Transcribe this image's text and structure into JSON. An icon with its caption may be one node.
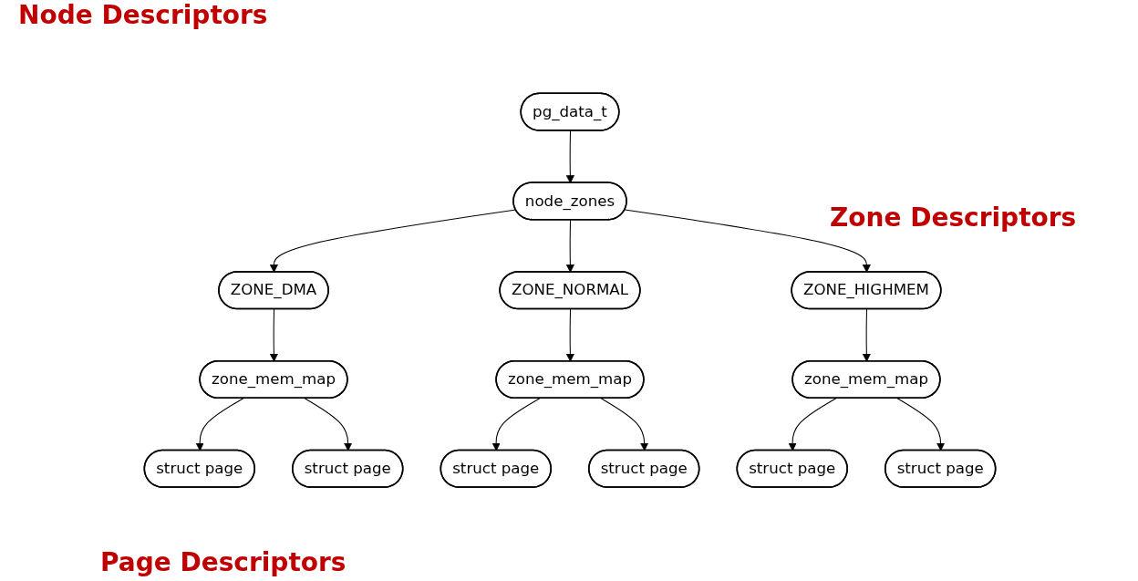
{
  "diagram": {
    "nodes": [
      {
        "text": [
          "pg_data_t"
        ]
      },
      {
        "text": [
          "node_zones"
        ]
      },
      {
        "text": [
          "ZONE_DMA"
        ]
      },
      {
        "text": [
          "ZONE_NORMAL"
        ]
      },
      {
        "text": [
          "ZONE_HIGHMEM"
        ]
      },
      {
        "text": [
          "zone_mem_map"
        ]
      },
      {
        "text": [
          "zone_mem_map"
        ]
      },
      {
        "text": [
          "zone_mem_map"
        ]
      },
      {
        "text": [
          "struct page"
        ]
      },
      {
        "text": [
          "struct page"
        ]
      },
      {
        "text": [
          "struct page"
        ]
      },
      {
        "text": [
          "struct page"
        ]
      },
      {
        "text": [
          "struct page"
        ]
      },
      {
        "text": [
          "struct page"
        ]
      }
    ],
    "edges": [
      {
        "from": 0,
        "to": 1,
        "arrow": "to"
      },
      {
        "from": 1,
        "to": 2,
        "arrow": "to"
      },
      {
        "from": 1,
        "to": 3,
        "arrow": "to"
      },
      {
        "from": 1,
        "to": 4,
        "arrow": "to"
      },
      {
        "from": 2,
        "to": 5,
        "arrow": "to"
      },
      {
        "from": 3,
        "to": 6,
        "arrow": "to"
      },
      {
        "from": 4,
        "to": 7,
        "arrow": "to"
      },
      {
        "from": 5,
        "to": 8,
        "arrow": "to"
      },
      {
        "from": 5,
        "to": 9,
        "arrow": "to"
      },
      {
        "from": 6,
        "to": 10,
        "arrow": "to"
      },
      {
        "from": 6,
        "to": 11,
        "arrow": "to"
      },
      {
        "from": 7,
        "to": 12,
        "arrow": "to"
      },
      {
        "from": 7,
        "to": 13,
        "arrow": "to"
      }
    ],
    "labels": [
      "Node Descriptors",
      "Zone Descriptors",
      "Page Descriptors"
    ]
  }
}
